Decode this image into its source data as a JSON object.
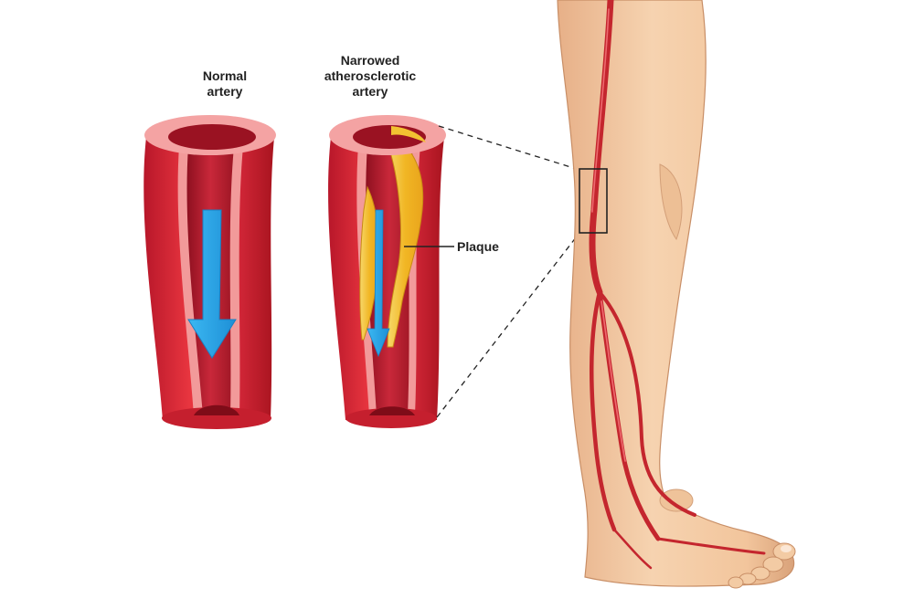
{
  "labels": {
    "normal_artery": [
      "Normal",
      "artery"
    ],
    "narrowed_artery": [
      "Narrowed",
      "atherosclerotic",
      "artery"
    ],
    "plaque": "Plaque"
  },
  "colors": {
    "artery_wall": "#d92a35",
    "artery_inner": "#f08c8c",
    "lumen": "#b21c28",
    "plaque": "#f2c230",
    "flow_arrow": "#27a7e8",
    "skin": "#f3c9a0",
    "skin_shadow": "#d9a37b",
    "blood_vessel": "#c4262e"
  },
  "icons": {
    "flow": "down-arrow-icon",
    "zoom_box": "rectangle-outline"
  }
}
